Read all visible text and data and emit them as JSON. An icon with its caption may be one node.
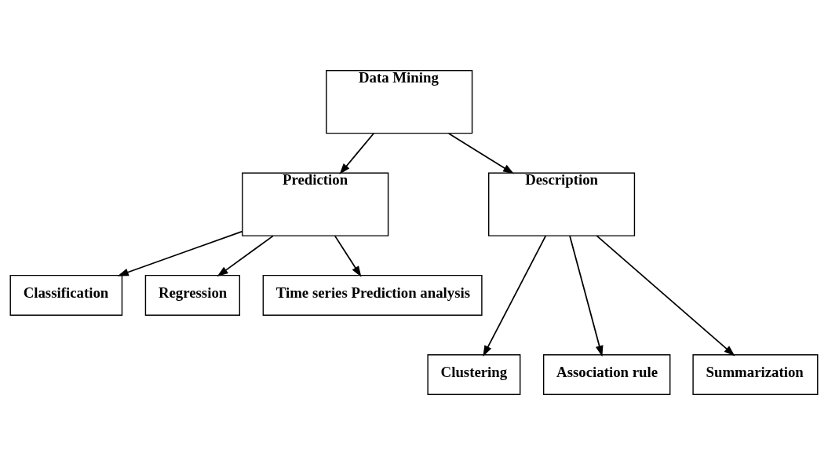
{
  "diagram": {
    "nodes": [
      {
        "text": [
          "Data Mining"
        ]
      },
      {
        "text": [
          "Prediction"
        ]
      },
      {
        "text": [
          "Description"
        ]
      },
      {
        "text": [
          "Classification"
        ]
      },
      {
        "text": [
          "Regression"
        ]
      },
      {
        "text": [
          "Time series Prediction analysis"
        ]
      },
      {
        "text": [
          "Clustering"
        ]
      },
      {
        "text": [
          "Association rule"
        ]
      },
      {
        "text": [
          "Summarization"
        ]
      }
    ],
    "edges": [
      {
        "from": 0,
        "to": 1,
        "arrow": "to"
      },
      {
        "from": 0,
        "to": 2,
        "arrow": "to"
      },
      {
        "from": 1,
        "to": 3,
        "arrow": "to"
      },
      {
        "from": 1,
        "to": 4,
        "arrow": "to"
      },
      {
        "from": 1,
        "to": 5,
        "arrow": "to"
      },
      {
        "from": 2,
        "to": 6,
        "arrow": "to"
      },
      {
        "from": 2,
        "to": 7,
        "arrow": "to"
      },
      {
        "from": 2,
        "to": 8,
        "arrow": "to"
      }
    ]
  }
}
